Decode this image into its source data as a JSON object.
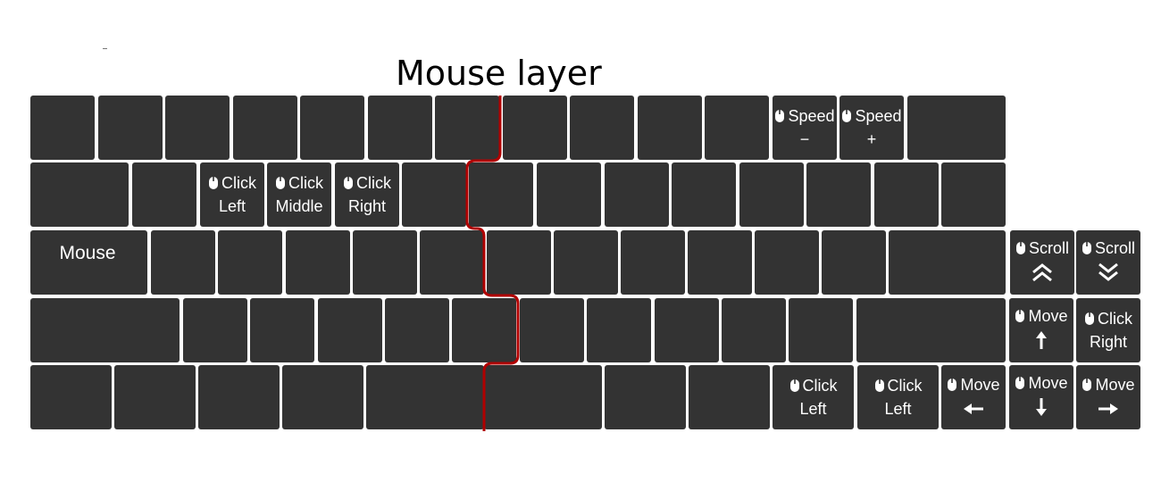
{
  "title": "Mouse layer",
  "colors": {
    "key": "#333333",
    "legend": "#ffffff",
    "divider": "#b00000",
    "background": "#ffffff"
  },
  "labels": {
    "speed_minus": {
      "line1": "Speed",
      "line2": "−"
    },
    "speed_plus": {
      "line1": "Speed",
      "line2": "+"
    },
    "click_left_top": {
      "line1": "Click",
      "line2": "Left"
    },
    "click_middle": {
      "line1": "Click",
      "line2": "Middle"
    },
    "click_right_top": {
      "line1": "Click",
      "line2": "Right"
    },
    "mouse": "Mouse",
    "scroll_up": {
      "line1": "Scroll",
      "icon": "double-chevron-up-icon"
    },
    "scroll_down": {
      "line1": "Scroll",
      "icon": "double-chevron-down-icon"
    },
    "move_up": {
      "line1": "Move",
      "icon": "arrow-up-icon"
    },
    "click_right_side": {
      "line1": "Click",
      "line2": "Right"
    },
    "click_left_thumb1": {
      "line1": "Click",
      "line2": "Left"
    },
    "click_left_thumb2": {
      "line1": "Click",
      "line2": "Left"
    },
    "move_left": {
      "line1": "Move",
      "icon": "arrow-left-icon"
    },
    "move_down": {
      "line1": "Move",
      "icon": "arrow-down-icon"
    },
    "move_right": {
      "line1": "Move",
      "icon": "arrow-right-icon"
    }
  }
}
